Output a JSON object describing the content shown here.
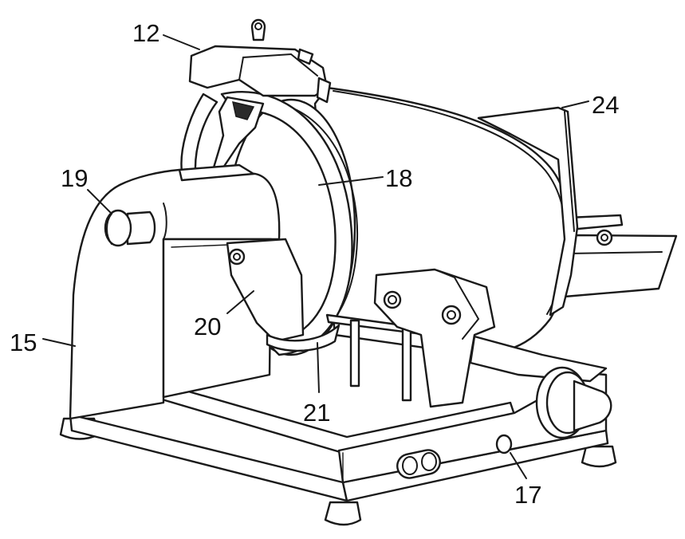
{
  "diagram": {
    "callouts": [
      {
        "id": "12",
        "label": "12"
      },
      {
        "id": "15",
        "label": "15"
      },
      {
        "id": "17",
        "label": "17"
      },
      {
        "id": "18",
        "label": "18"
      },
      {
        "id": "19",
        "label": "19"
      },
      {
        "id": "20",
        "label": "20"
      },
      {
        "id": "21",
        "label": "21"
      },
      {
        "id": "24",
        "label": "24"
      }
    ],
    "line_color": "#1a1a1a",
    "background": "#ffffff"
  }
}
